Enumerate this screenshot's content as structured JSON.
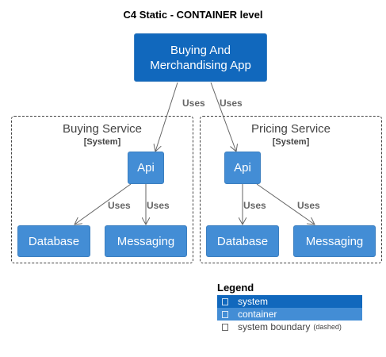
{
  "title": "C4 Static - CONTAINER level",
  "app": {
    "line1": "Buying And",
    "line2": "Merchandising App"
  },
  "boundaries": [
    {
      "title": "Buying Service",
      "subtitle": "[System]"
    },
    {
      "title": "Pricing Service",
      "subtitle": "[System]"
    }
  ],
  "containers": {
    "buying_api": "Api",
    "buying_db": "Database",
    "buying_msg": "Messaging",
    "pricing_api": "Api",
    "pricing_db": "Database",
    "pricing_msg": "Messaging"
  },
  "edges": {
    "app_to_buying_api": "Uses",
    "app_to_pricing_api": "Uses",
    "buying_api_to_db": "Uses",
    "buying_api_to_msg": "Uses",
    "pricing_api_to_db": "Uses",
    "pricing_api_to_msg": "Uses"
  },
  "legend": {
    "title": "Legend",
    "system": "system",
    "container": "container",
    "boundary": "system boundary",
    "boundary_note": "(dashed)"
  },
  "colors": {
    "system": "#1168bd",
    "container": "#438dd5",
    "edge": "#666666"
  }
}
